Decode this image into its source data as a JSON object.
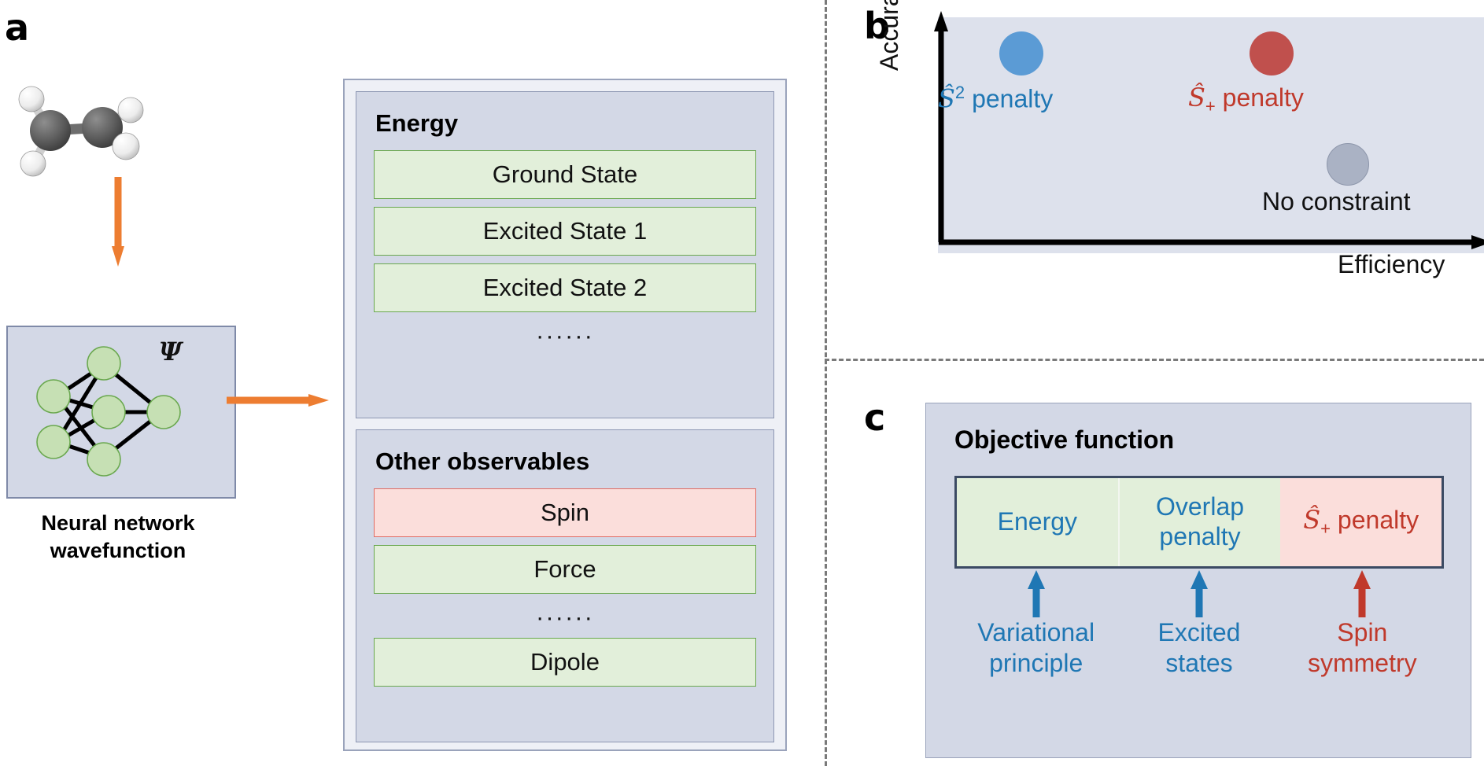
{
  "panels": {
    "a": {
      "letter": "a"
    },
    "b": {
      "letter": "b"
    },
    "c": {
      "letter": "c"
    }
  },
  "panel_a": {
    "molecule": {
      "name": "ethylene-molecule",
      "carbon_color": "#5a5a5a",
      "hydrogen_color": "#f2f2f2"
    },
    "network_box": {
      "wavefunction_symbol": "Ψ",
      "node_color": "#c6e0b4",
      "box_color": "#d3d8e6"
    },
    "network_caption_line1": "Neural network",
    "network_caption_line2": "wavefunction",
    "energy_group": {
      "title": "Energy",
      "rows": [
        {
          "label": "Ground State",
          "kind": "green"
        },
        {
          "label": "Excited State 1",
          "kind": "green"
        },
        {
          "label": "Excited State 2",
          "kind": "green"
        }
      ],
      "ellipsis": "······"
    },
    "other_group": {
      "title": "Other observables",
      "rows": [
        {
          "label": "Spin",
          "kind": "red"
        },
        {
          "label": "Force",
          "kind": "green"
        }
      ],
      "ellipsis": "······",
      "last_row": {
        "label": "Dipole",
        "kind": "green"
      }
    },
    "arrow_color": "#ed7d31"
  },
  "chart_data": {
    "type": "scatter",
    "title": "",
    "xlabel": "Efficiency",
    "ylabel": "Accuracy",
    "xlim": [
      0,
      1
    ],
    "ylim": [
      0,
      1
    ],
    "grid": false,
    "legend": "none",
    "plot_background": "#dde1ec",
    "points": [
      {
        "label": "Ŝ² penalty",
        "x": 0.18,
        "y": 0.82,
        "color": "#5b9bd5",
        "label_color": "#1f77b4",
        "radius": 28
      },
      {
        "label": "Ŝ₊ penalty",
        "x": 0.62,
        "y": 0.82,
        "color": "#c0504d",
        "label_color": "#c0392b",
        "radius": 28
      },
      {
        "label": "No constraint",
        "x": 0.7,
        "y": 0.38,
        "color": "#aab2c4",
        "label_color": "#111111",
        "radius": 26
      }
    ]
  },
  "panel_c": {
    "title": "Objective function",
    "terms": [
      {
        "label": "Energy",
        "kind": "green",
        "color": "#1f77b4"
      },
      {
        "label": "Overlap\npenalty",
        "kind": "green",
        "color": "#1f77b4"
      },
      {
        "label": "Ŝ₊ penalty",
        "kind": "red",
        "color": "#c0392b"
      }
    ],
    "footers": [
      {
        "label": "Variational\nprinciple",
        "color": "#1f77b4",
        "arrow_color": "#1f77b4"
      },
      {
        "label": "Excited\nstates",
        "color": "#1f77b4",
        "arrow_color": "#1f77b4"
      },
      {
        "label": "Spin\nsymmetry",
        "color": "#c0392b",
        "arrow_color": "#c0392b"
      }
    ]
  },
  "colors": {
    "green_fill": "#e2efda",
    "green_border": "#6aa84f",
    "red_fill": "#fbdedb",
    "red_border": "#e06c64",
    "box_fill": "#d3d8e6",
    "accent_orange": "#ed7d31",
    "accent_blue": "#1f77b4",
    "accent_red": "#c0392b"
  }
}
